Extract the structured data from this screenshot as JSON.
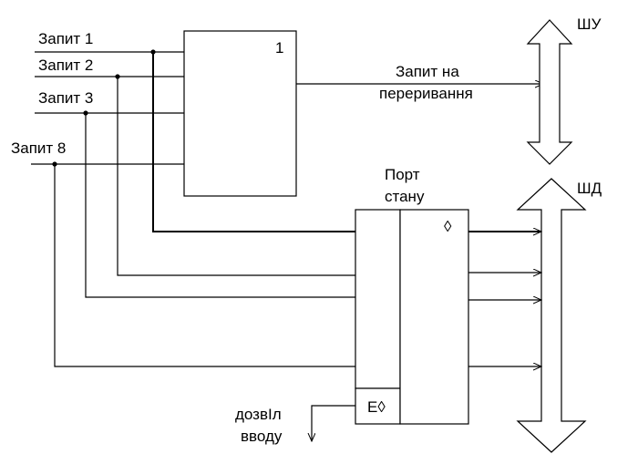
{
  "labels": {
    "request_1": "Запит 1",
    "request_2": "Запит 2",
    "request_3": "Запит 3",
    "request_8": "Запит 8",
    "or_gate_symbol": "1",
    "interrupt_request_line1": "Запит на",
    "interrupt_request_line2": "переривання",
    "control_bus": "ШУ",
    "data_bus": "ШД",
    "status_port_line1": "Порт",
    "status_port_line2": "стану",
    "tristate_symbol": "◊",
    "enable_symbol": "E◊",
    "input_enable_line1": "дозвІл",
    "input_enable_line2": "вводу"
  },
  "colors": {
    "stroke": "#000000",
    "background": "#ffffff"
  }
}
